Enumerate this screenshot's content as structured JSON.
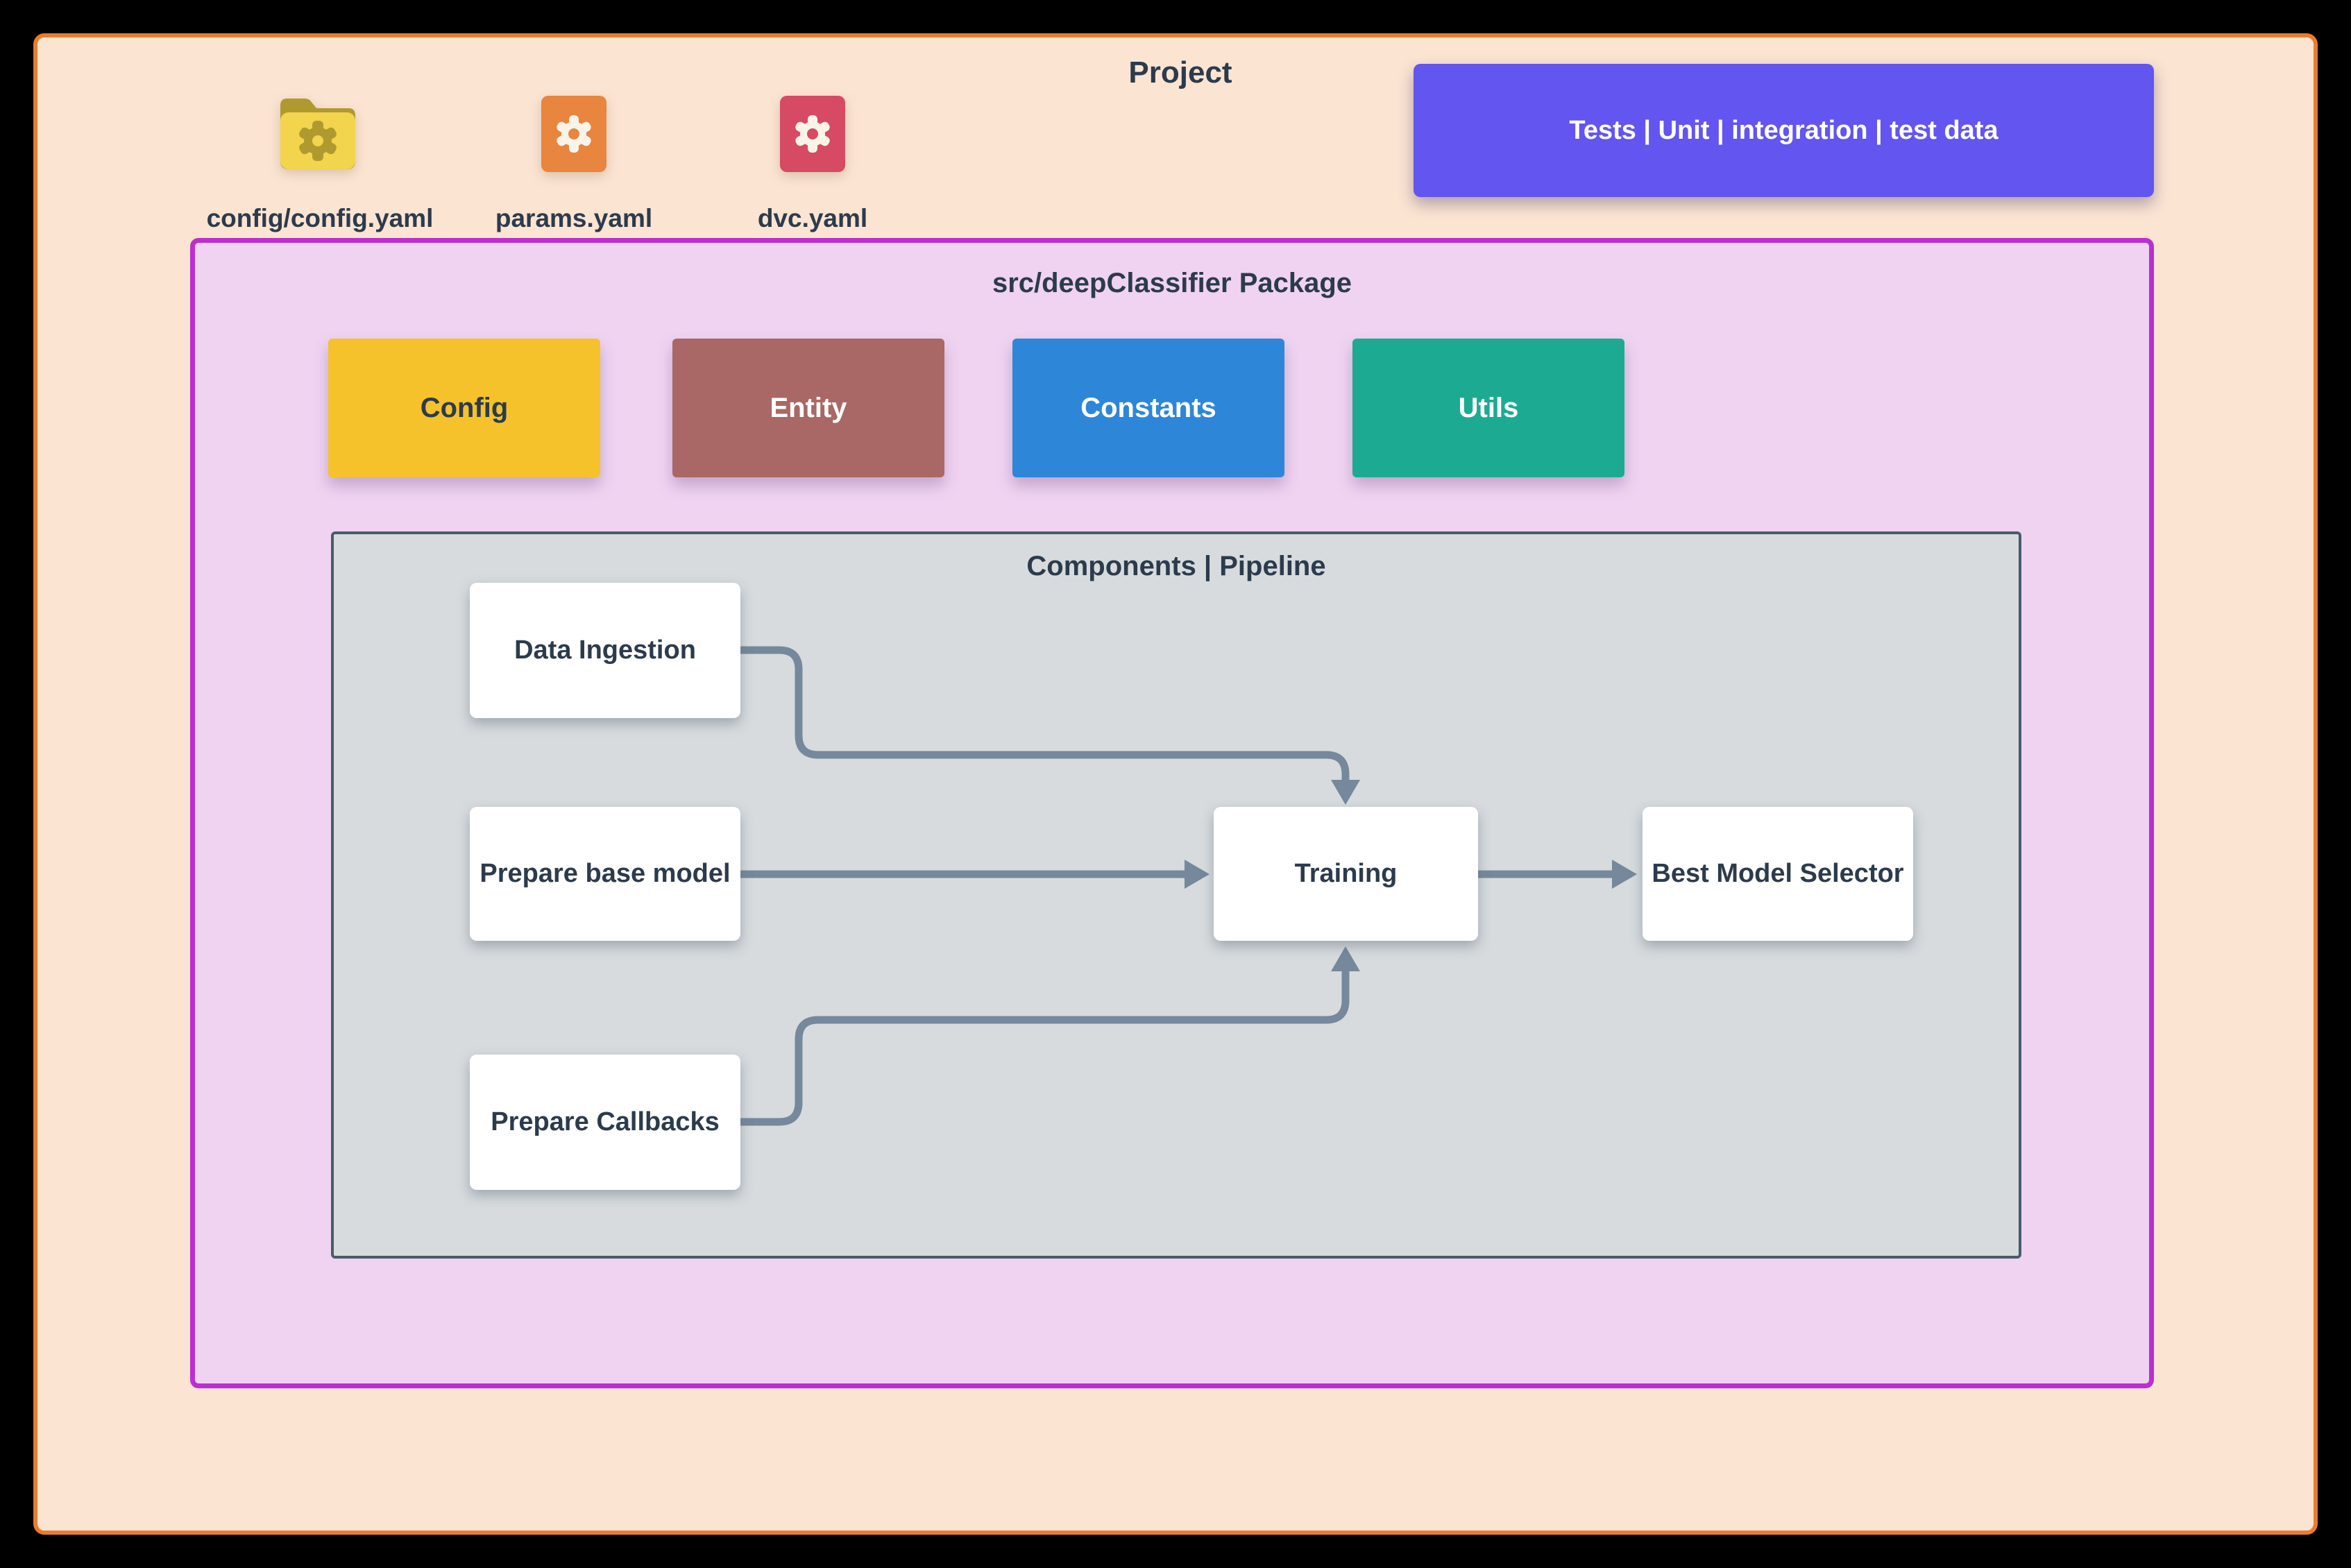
{
  "page": {
    "outer_bg": "#000000"
  },
  "canvas": {
    "bg": "#fbe4d2",
    "border_color": "#e87d2e"
  },
  "header": {
    "title": "Project",
    "files": [
      {
        "label": "config/config.yaml",
        "icon": "folder-gear-icon",
        "body_color": "#f2d44d",
        "accent_color": "#b09a30"
      },
      {
        "label": "params.yaml",
        "icon": "gear-file-icon",
        "tile_color": "#e8853e",
        "glyph_color": "#faf3e8"
      },
      {
        "label": "dvc.yaml",
        "icon": "gear-file-icon",
        "tile_color": "#d64a63",
        "glyph_color": "#faf3e8"
      }
    ],
    "tests_banner": {
      "label": "Tests | Unit | integration | test data",
      "bg": "#6355ef",
      "text_color": "#ffffff"
    }
  },
  "package": {
    "title": "src/deepClassifier Package",
    "bg": "#efd3f1",
    "border_color": "#bb2fd0",
    "modules": [
      {
        "label": "Config",
        "bg": "#f5c22b",
        "text_color": "#2c3b4c"
      },
      {
        "label": "Entity",
        "bg": "#a96865",
        "text_color": "#ffffff"
      },
      {
        "label": "Constants",
        "bg": "#2e86d9",
        "text_color": "#ffffff"
      },
      {
        "label": "Utils",
        "bg": "#1cab92",
        "text_color": "#ffffff"
      }
    ],
    "pipeline": {
      "title": "Components | Pipeline",
      "bg": "#d7dbde",
      "border_color": "#4a5b6b",
      "arrow_color": "#76889b",
      "nodes": [
        {
          "id": "data_ingestion",
          "label": "Data Ingestion"
        },
        {
          "id": "prepare_base_model",
          "label": "Prepare base model"
        },
        {
          "id": "prepare_callbacks",
          "label": "Prepare Callbacks"
        },
        {
          "id": "training",
          "label": "Training"
        },
        {
          "id": "best_model_selector",
          "label": "Best Model Selector"
        }
      ],
      "edges": [
        {
          "from": "data_ingestion",
          "to": "training"
        },
        {
          "from": "prepare_base_model",
          "to": "training"
        },
        {
          "from": "prepare_callbacks",
          "to": "training"
        },
        {
          "from": "training",
          "to": "best_model_selector"
        }
      ]
    }
  }
}
